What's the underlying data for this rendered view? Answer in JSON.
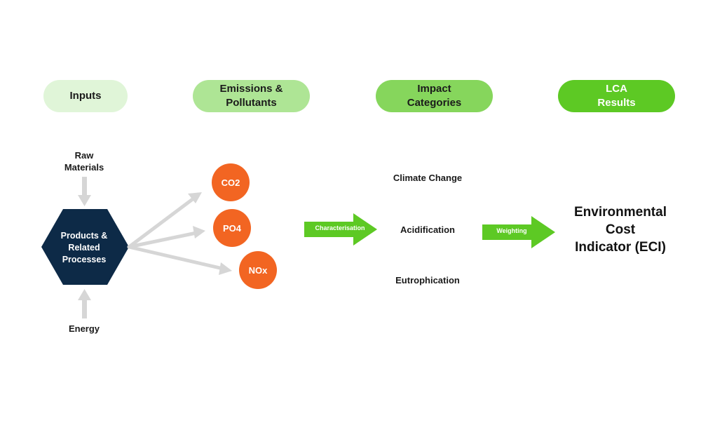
{
  "headers": {
    "inputs": "Inputs",
    "emissions": "Emissions &\nPollutants",
    "impact": "Impact\nCategories",
    "results": "LCA\nResults"
  },
  "inputs": {
    "raw_materials": "Raw\nMaterials",
    "energy": "Energy",
    "process": "Products &\nRelated\nProcesses"
  },
  "emissions": [
    "CO2",
    "PO4",
    "NOx"
  ],
  "arrows": {
    "characterisation": "Characterisation",
    "weighting": "Weighting"
  },
  "impact_categories": [
    "Climate Change",
    "Acidification",
    "Eutrophication"
  ],
  "result": "Environmental\nCost\nIndicator (ECI)",
  "colors": {
    "hexagon": "#0d2a47",
    "emission_circle": "#f26522",
    "green_arrow": "#5dc924",
    "grey_arrow": "#d6d6d6"
  }
}
